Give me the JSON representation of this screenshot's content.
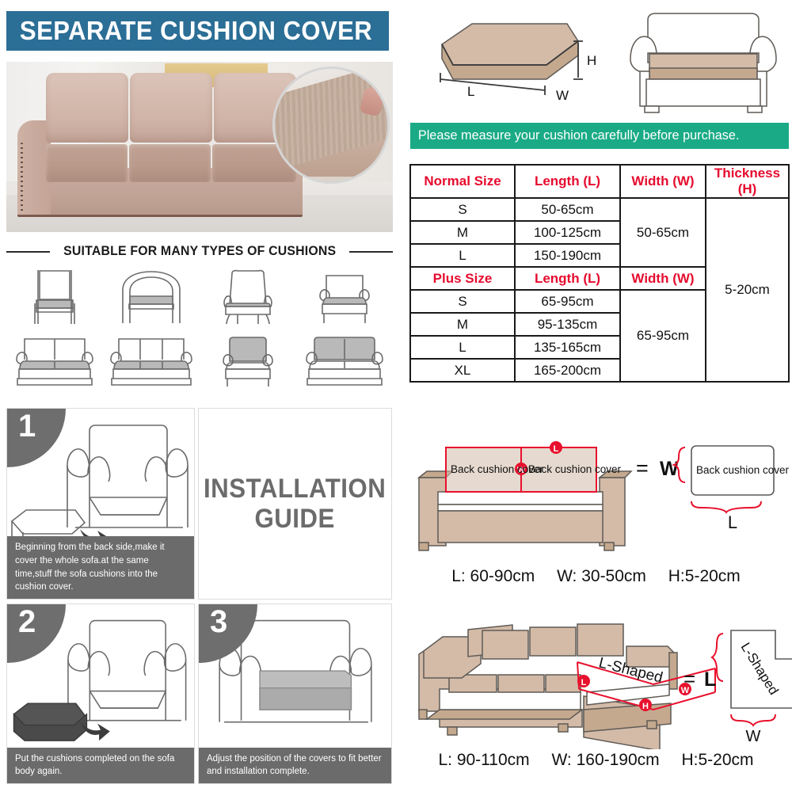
{
  "header": {
    "title": "SEPARATE CUSHION COVER",
    "bg_color": "#2b6e96"
  },
  "hero": {
    "name": "sofa-product-photo",
    "magnifier_label": "stretch-fabric-closeup"
  },
  "suitable": {
    "heading": "SUITABLE FOR MANY TYPES OF CUSHIONS"
  },
  "cushion_dim": {
    "length_label": "L",
    "width_label": "W",
    "height_label": "H"
  },
  "notice": {
    "text": "Please measure your cushion carefully before purchase.",
    "bg_color": "#1aab86"
  },
  "table": {
    "accent_color": "#e60b2e",
    "normal_header": [
      "Normal Size",
      "Length (L)",
      "Width (W)",
      "Thickness (H)"
    ],
    "normal_rows": [
      {
        "size": "S",
        "length": "50-65cm"
      },
      {
        "size": "M",
        "length": "100-125cm"
      },
      {
        "size": "L",
        "length": "150-190cm"
      }
    ],
    "normal_width": "50-65cm",
    "plus_header": [
      "Plus  Size",
      "Length (L)",
      "Width (W)"
    ],
    "plus_rows": [
      {
        "size": "S",
        "length": "65-95cm"
      },
      {
        "size": "M",
        "length": "95-135cm"
      },
      {
        "size": "L",
        "length": "135-165cm"
      },
      {
        "size": "XL",
        "length": "165-200cm"
      }
    ],
    "plus_width": "65-95cm",
    "thickness": "5-20cm"
  },
  "guide": {
    "title_line1": "INSTALLATION",
    "title_line2": "GUIDE",
    "steps": [
      {
        "number": "1",
        "caption": "Beginning from the back side,make it cover the whole sofa.at the same time,stuff the sofa cushions into the cushion cover."
      },
      {
        "number": "2",
        "caption": "Put the cushions completed on the sofa body again."
      },
      {
        "number": "3",
        "caption": "Adjust the position of the covers to fit better and installation complete."
      }
    ]
  },
  "back_cushion": {
    "label_left": "Back cushion cover",
    "label_right": "Back cushion cover",
    "result_label": "Back cushion cover",
    "marker_l": "L",
    "marker_w": "W",
    "equals": "=",
    "eq_width": "W",
    "eq_length": "L",
    "dims": {
      "l": "L: 60-90cm",
      "w": "W: 30-50cm",
      "h": "H:5-20cm"
    }
  },
  "l_shaped": {
    "label": "L-Shaped",
    "result_label": "L-Shaped",
    "marker_l": "L",
    "marker_w": "W",
    "marker_h": "H",
    "equals": "=",
    "eq_length": "L",
    "eq_width": "W",
    "dims": {
      "l": "L: 90-110cm",
      "w": "W: 160-190cm",
      "h": "H:5-20cm"
    }
  }
}
